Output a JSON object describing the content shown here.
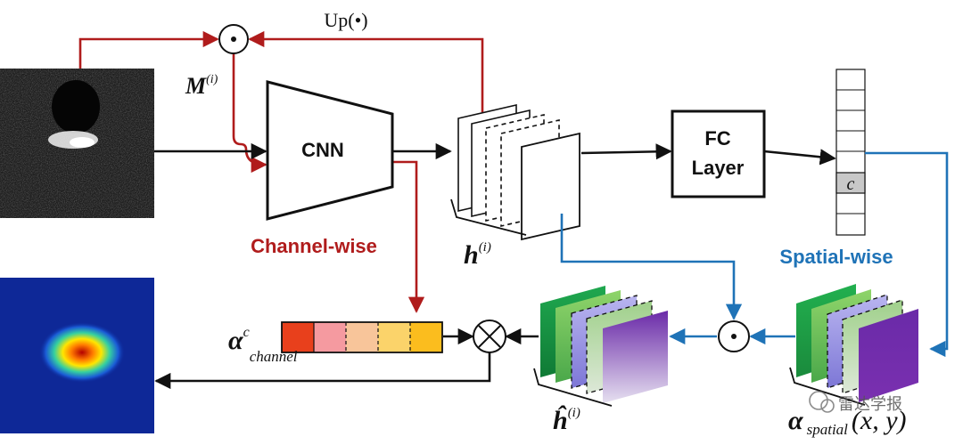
{
  "labels": {
    "up": "Up(•)",
    "mask": "M",
    "mask_sup": "(i)",
    "cnn": "CNN",
    "channel_wise": "Channel-wise",
    "feature_h": "h",
    "feature_h_sup": "(i)",
    "fc_line1": "FC",
    "fc_line2": "Layer",
    "class_c": "c",
    "spatial_wise": "Spatial-wise",
    "alpha": "α",
    "alpha_c_sup": "c",
    "alpha_channel_sub": "channel",
    "hhat": "ĥ",
    "hhat_sup": "(i)",
    "alpha_spatial_sub": "spatial",
    "alpha_spatial_args": "(x, y)",
    "watermark": "雷达学报"
  },
  "colors": {
    "red": "#b01c1c",
    "blue": "#1f73b7",
    "black": "#111111",
    "channel_bar": [
      "#e8401c",
      "#f59aa0",
      "#f8c59a",
      "#fbd36a",
      "#fbbd1e"
    ]
  }
}
